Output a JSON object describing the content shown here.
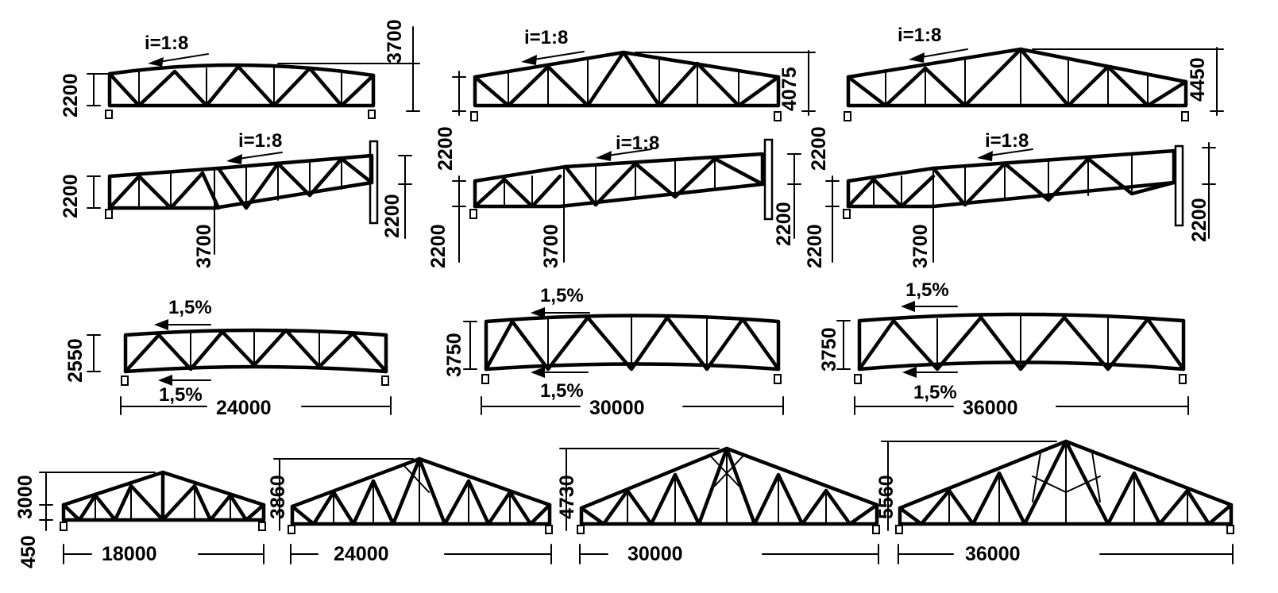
{
  "row1": {
    "slope": "i=1:8",
    "left_h": "2200",
    "r1": "3700",
    "r2": "4075",
    "r3": "4450"
  },
  "row2": {
    "slope": "i=1:8",
    "left_h": "2200",
    "step": "3700",
    "right_h": "2200"
  },
  "row3": {
    "slope": "1,5%",
    "h1": "2550",
    "h2": "3750",
    "h3": "3750",
    "s1": "24000",
    "s2": "30000",
    "s3": "36000"
  },
  "row4": {
    "h1": "3000",
    "base": "450",
    "h2": "3860",
    "h3": "4730",
    "h4": "5560",
    "s1": "18000",
    "s2": "24000",
    "s3": "30000",
    "s4": "36000"
  }
}
